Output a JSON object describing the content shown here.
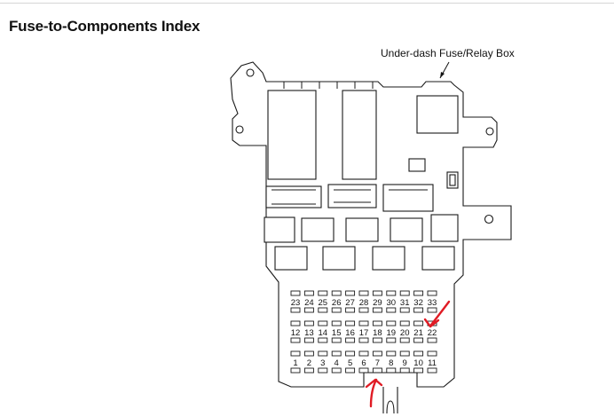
{
  "title": "Fuse-to-Components Index",
  "diagram": {
    "callout_label": "Under-dash Fuse/Relay Box",
    "annotation_color": "#e01b24",
    "fuse_rows": [
      [
        "23",
        "24",
        "25",
        "26",
        "27",
        "28",
        "29",
        "30",
        "31",
        "32",
        "33"
      ],
      [
        "12",
        "13",
        "14",
        "15",
        "16",
        "17",
        "18",
        "19",
        "20",
        "21",
        "22"
      ],
      [
        "1",
        "2",
        "3",
        "4",
        "5",
        "6",
        "7",
        "8",
        "9",
        "10",
        "11"
      ]
    ]
  }
}
